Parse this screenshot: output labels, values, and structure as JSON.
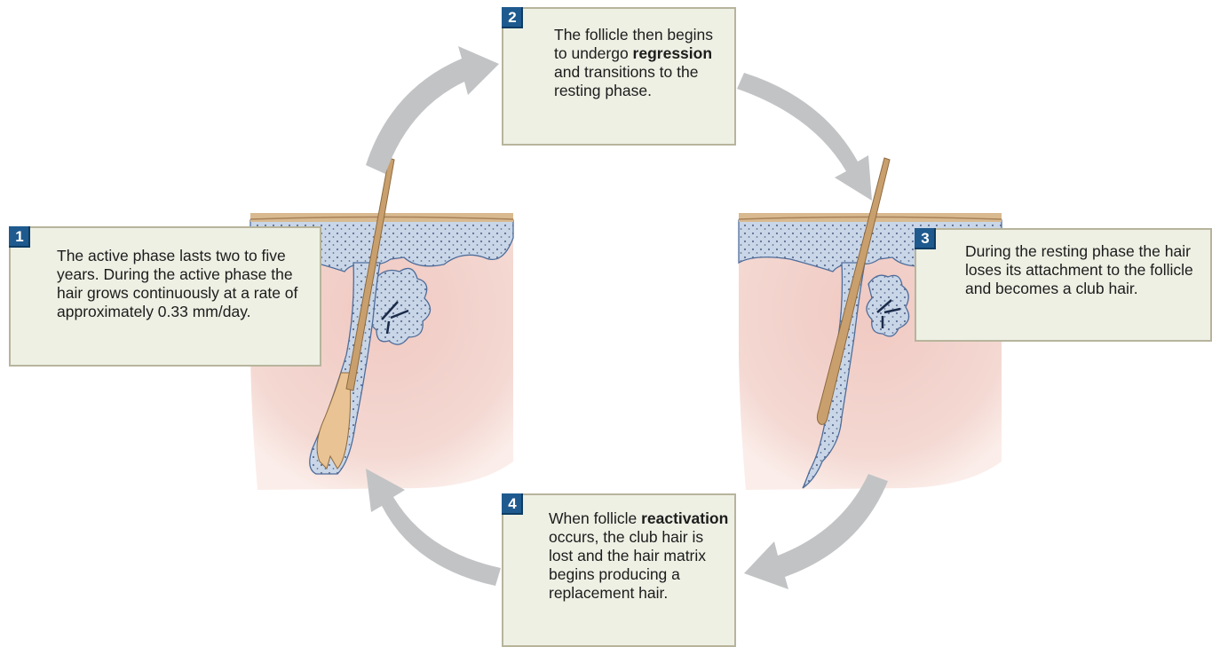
{
  "steps": [
    {
      "number": "1",
      "text": "The active phase lasts two to five years. During the active phase the hair grows continuously at a rate of approximately 0.33 mm/day."
    },
    {
      "number": "2",
      "text_before": "The follicle then begins to undergo ",
      "bold": "regression",
      "text_after": " and transitions to the resting phase."
    },
    {
      "number": "3",
      "text": "During the resting phase the hair loses its attachment to the follicle and becomes a club hair."
    },
    {
      "number": "4",
      "text_before": "When follicle ",
      "bold": "reactivation",
      "text_after": " occurs, the club hair is lost and the hair matrix begins producing a replacement hair."
    }
  ],
  "colors": {
    "box_fill": "#eef0e4",
    "box_border": "#b7b49c",
    "badge": "#1e5a8e",
    "arrow": "#c2c3c5",
    "skin": "#f2cfc8",
    "epidermis": "#c7d4e6",
    "hair": "#cfa673"
  }
}
